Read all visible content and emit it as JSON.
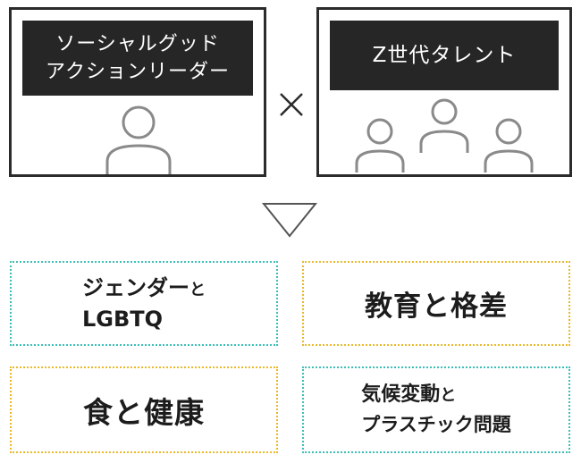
{
  "panels": {
    "left": {
      "line1": "ソーシャルグッド",
      "line2": "アクションリーダー"
    },
    "right": {
      "title": "Z世代タレント"
    }
  },
  "operator": "×",
  "topics": {
    "gender": {
      "line1_main": "ジェンダー",
      "line1_small": "と",
      "line2": "LGBTQ"
    },
    "education": {
      "text": "教育と格差"
    },
    "food": {
      "text": "食と健康"
    },
    "climate": {
      "line1_main": "気候変動",
      "line1_small": "と",
      "line2": "プラスチック問題"
    }
  },
  "colors": {
    "teal": "#3bbfb7",
    "gold": "#e9b92a",
    "dark": "#262626"
  }
}
